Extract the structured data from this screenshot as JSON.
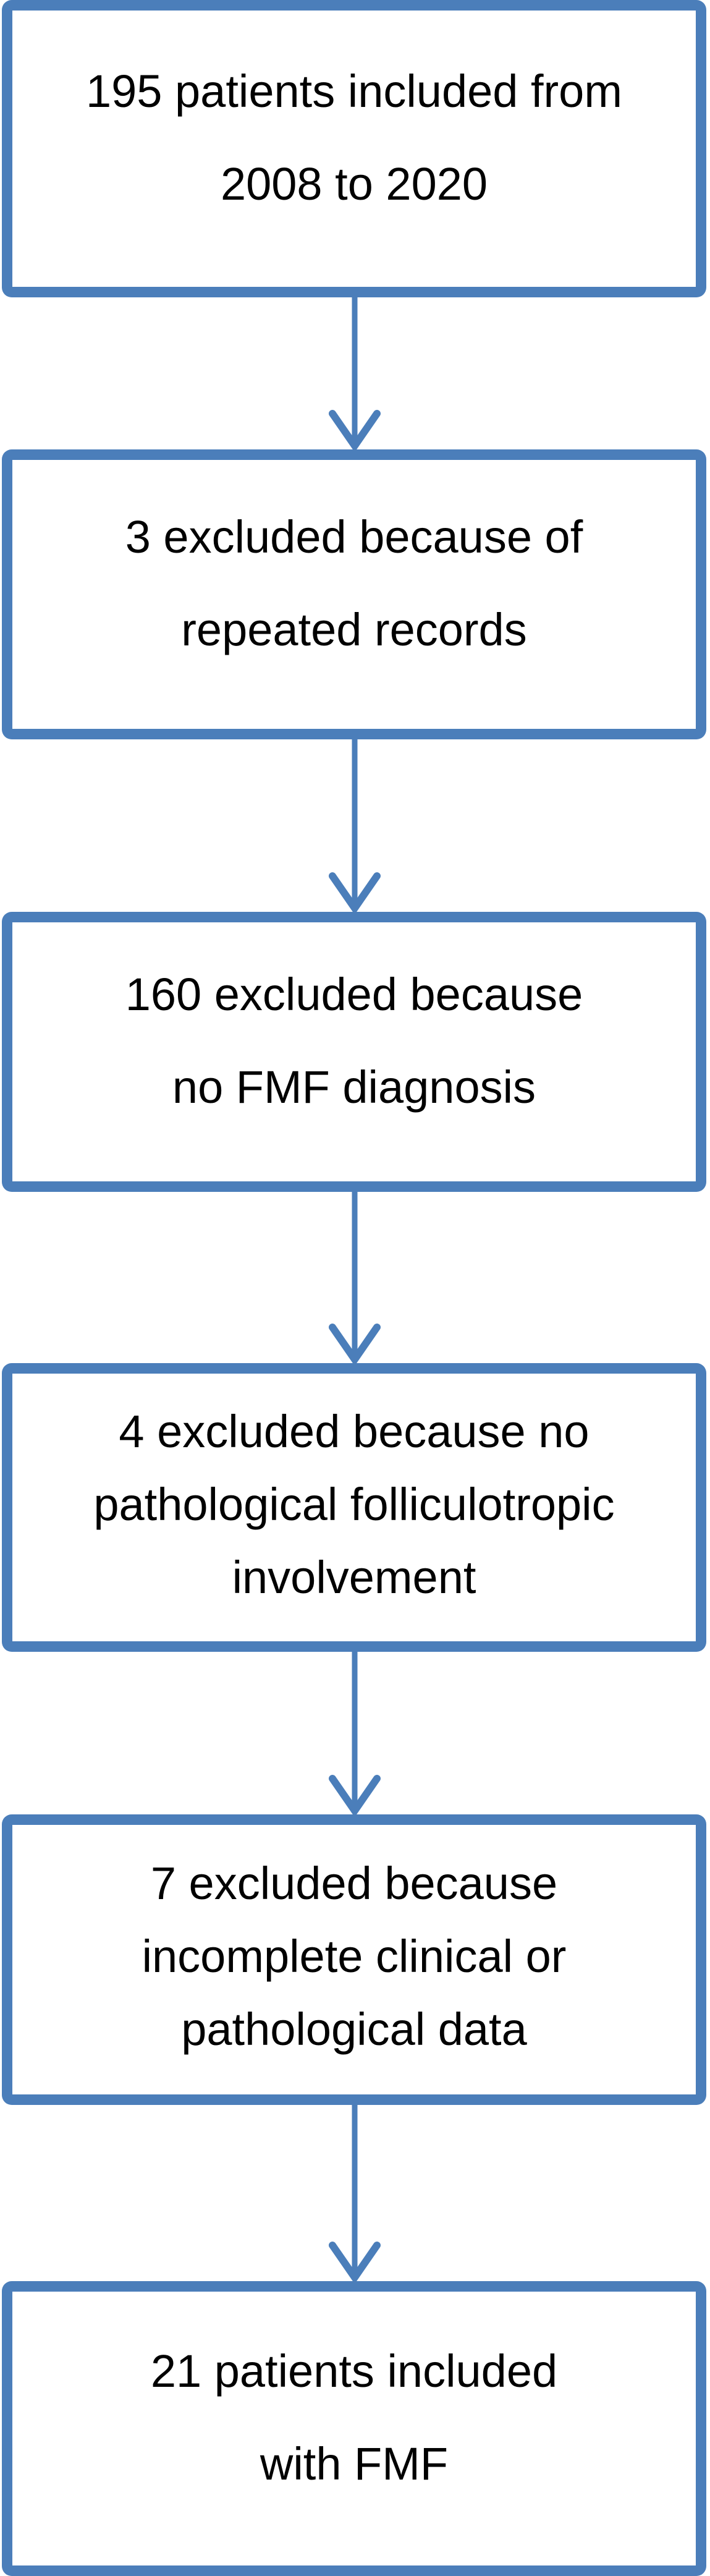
{
  "figure": {
    "type": "flowchart",
    "orientation": "vertical"
  },
  "colors": {
    "box_border": "#4b7eba",
    "arrow": "#4b7eba",
    "text": "#000000",
    "background": "#ffffff"
  },
  "boxes": [
    {
      "id": "included-195",
      "lines": [
        "195 patients included from",
        "2008 to 2020"
      ]
    },
    {
      "id": "excluded-repeated-records",
      "lines": [
        "3 excluded because of",
        "repeated records"
      ]
    },
    {
      "id": "excluded-no-fmf-diagnosis",
      "lines": [
        "160 excluded because",
        "no FMF diagnosis"
      ]
    },
    {
      "id": "excluded-no-folliculotropic-involvement",
      "lines": [
        "4 excluded because no",
        "pathological folliculotropic",
        "involvement"
      ]
    },
    {
      "id": "excluded-incomplete-data",
      "lines": [
        "7 excluded because",
        "incomplete clinical or",
        "pathological data"
      ]
    },
    {
      "id": "included-fmf-21",
      "lines": [
        "21 patients included",
        "with FMF"
      ]
    }
  ],
  "arrows": [
    {
      "from": 1,
      "to": 2,
      "direction": "down"
    },
    {
      "from": 2,
      "to": 3,
      "direction": "down"
    },
    {
      "from": 3,
      "to": 4,
      "direction": "down"
    },
    {
      "from": 4,
      "to": 5,
      "direction": "down"
    },
    {
      "from": 5,
      "to": 6,
      "direction": "down"
    }
  ]
}
